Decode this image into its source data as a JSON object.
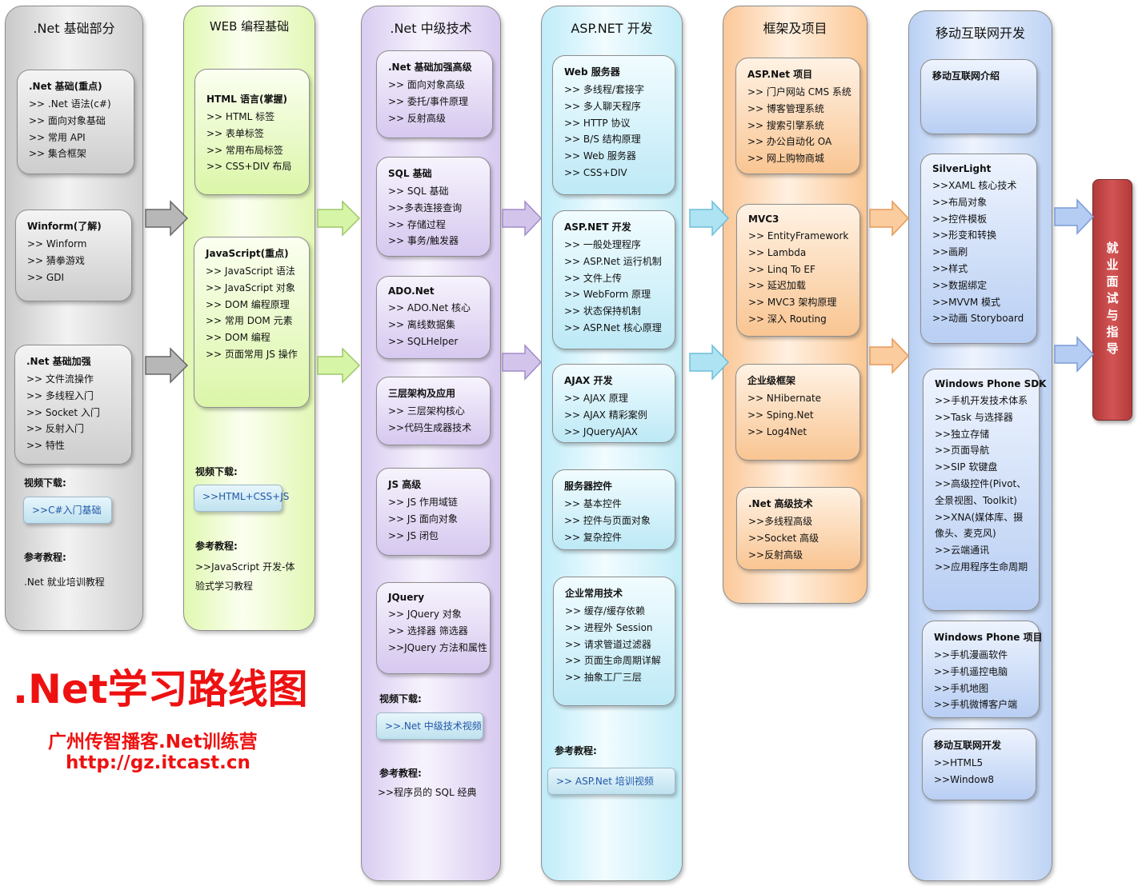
{
  "columns": [
    {
      "title": ".Net 基础部分",
      "boxes": [
        {
          "title": ".Net 基础(重点)",
          "items": [
            ">> .Net 语法(c#)",
            ">> 面向对象基础",
            ">> 常用 API",
            ">> 集合框架"
          ]
        },
        {
          "title": "Winform(了解)",
          "items": [
            ">> Winform",
            ">> 猜拳游戏",
            ">> GDI"
          ]
        },
        {
          "title": ".Net 基础加强",
          "items": [
            ">> 文件流操作",
            ">> 多线程入门",
            ">> Socket 入门",
            ">> 反射入门",
            ">> 特性"
          ]
        }
      ],
      "video_label": "视频下载:",
      "video_link": ">>C#入门基础",
      "ref_label": "参考教程:",
      "ref_text": ".Net 就业培训教程"
    },
    {
      "title": "WEB 编程基础",
      "boxes": [
        {
          "title": "HTML 语言(掌握)",
          "items": [
            ">> HTML 标签",
            ">> 表单标签",
            ">> 常用布局标签",
            ">> CSS+DIV 布局"
          ]
        },
        {
          "title": "JavaScript(重点)",
          "items": [
            ">> JavaScript 语法",
            ">> JavaScript 对象",
            ">> DOM 编程原理",
            ">> 常用 DOM 元素",
            ">> DOM 编程",
            ">> 页面常用 JS 操作"
          ]
        }
      ],
      "video_label": "视频下载:",
      "video_link": ">>HTML+CSS+JS",
      "ref_label": "参考教程:",
      "ref_text": ">>JavaScript 开发-体验式学习教程"
    },
    {
      "title": ".Net 中级技术",
      "boxes": [
        {
          "title": ".Net 基础加强高级",
          "items": [
            ">> 面向对象高级",
            ">> 委托/事件原理",
            ">> 反射高级"
          ]
        },
        {
          "title": "SQL 基础",
          "items": [
            ">> SQL 基础",
            ">>多表连接查询",
            ">> 存储过程",
            ">> 事务/触发器"
          ]
        },
        {
          "title": "ADO.Net",
          "items": [
            ">> ADO.Net 核心",
            ">> 离线数据集",
            ">> SQLHelper"
          ]
        },
        {
          "title": "三层架构及应用",
          "items": [
            ">> 三层架构核心",
            ">>代码生成器技术"
          ]
        },
        {
          "title": "JS 高级",
          "items": [
            ">> JS 作用域链",
            ">> JS 面向对象",
            ">> JS 闭包"
          ]
        },
        {
          "title": "JQuery",
          "items": [
            ">> JQuery 对象",
            ">> 选择器 筛选器",
            ">>JQuery 方法和属性"
          ]
        }
      ],
      "video_label": "视频下载:",
      "video_link": ">>.Net 中级技术视频",
      "ref_label": "参考教程:",
      "ref_text": ">>程序员的 SQL 经典"
    },
    {
      "title": "ASP.NET 开发",
      "boxes": [
        {
          "title": "Web 服务器",
          "items": [
            ">> 多线程/套接字",
            ">> 多人聊天程序",
            ">> HTTP 协议",
            ">> B/S 结构原理",
            ">> Web 服务器",
            ">> CSS+DIV"
          ]
        },
        {
          "title": "ASP.NET 开发",
          "items": [
            ">> 一般处理程序",
            ">> ASP.Net 运行机制",
            ">> 文件上传",
            ">> WebForm 原理",
            ">> 状态保持机制",
            ">> ASP.Net 核心原理"
          ]
        },
        {
          "title": "AJAX 开发",
          "items": [
            ">> AJAX 原理",
            ">> AJAX 精彩案例",
            ">> JQueryAJAX"
          ]
        },
        {
          "title": "服务器控件",
          "items": [
            ">> 基本控件",
            ">> 控件与页面对象",
            ">> 复杂控件"
          ]
        },
        {
          "title": "企业常用技术",
          "items": [
            ">> 缓存/缓存依赖",
            ">> 进程外 Session",
            ">> 请求管道过滤器",
            ">> 页面生命周期详解",
            ">> 抽象工厂三层"
          ]
        }
      ],
      "ref_label": "参考教程:",
      "ref_link": ">> ASP.Net 培训视频"
    },
    {
      "title": "框架及项目",
      "boxes": [
        {
          "title": "ASP.Net 项目",
          "items": [
            ">> 门户网站 CMS 系统",
            ">> 博客管理系统",
            ">> 搜索引擎系统",
            ">> 办公自动化 OA",
            ">> 网上购物商城"
          ]
        },
        {
          "title": "MVC3",
          "items": [
            ">> EntityFramework",
            ">> Lambda",
            ">> Linq To EF",
            ">> 延迟加载",
            ">> MVC3 架构原理",
            ">> 深入 Routing"
          ]
        },
        {
          "title": "企业级框架",
          "items": [
            ">> NHibernate",
            ">> Sping.Net",
            ">> Log4Net"
          ]
        },
        {
          "title": ".Net 高级技术",
          "items": [
            ">>多线程高级",
            ">>Socket 高级",
            ">>反射高级"
          ]
        }
      ]
    },
    {
      "title": "移动互联网开发",
      "boxes": [
        {
          "title": "移动互联网介绍",
          "items": []
        },
        {
          "title": "SilverLight",
          "items": [
            ">>XAML 核心技术",
            ">>布局对象",
            ">>控件模板",
            ">>形变和转换",
            ">>画刷",
            ">>样式",
            ">>数据绑定",
            ">>MVVM 模式",
            ">>动画 Storyboard"
          ]
        },
        {
          "title": "Windows Phone SDK",
          "items": [
            ">>手机开发技术体系",
            ">>Task 与选择器",
            ">>独立存储",
            ">>页面导航",
            ">>SIP 软键盘",
            ">>高级控件(Pivot、全景视图、Toolkit)",
            ">>XNA(媒体库、摄像头、麦克风)",
            ">>云端通讯",
            ">>应用程序生命周期"
          ]
        },
        {
          "title": "Windows Phone 项目",
          "items": [
            ">>手机漫画软件",
            ">>手机遥控电脑",
            ">>手机地图",
            ">>手机微博客户端"
          ]
        },
        {
          "title": "移动互联网开发",
          "items": [
            ">>HTML5",
            ">>Window8"
          ]
        }
      ]
    }
  ],
  "final_box": "就业面试与指导",
  "footer": {
    "title": ".Net学习路线图",
    "org": "广州传智播客.Net训练营",
    "url": "http://gz.itcast.cn"
  },
  "colors": {
    "col1": "#d9d9d9",
    "col2": "#eeffc8",
    "col3": "#e6dcf6",
    "col4": "#d7f4fc",
    "col5": "#fdd9b4",
    "col6": "#d8e6fb",
    "arrow_gray": "#b7b7b7",
    "arrow_green": "#d6f5a6",
    "arrow_purple": "#d3c4ec",
    "arrow_blue": "#aee3f3",
    "arrow_orange": "#fbcc9e",
    "arrow_lightblue": "#b5ccf3",
    "final": "#c44444",
    "footer_red": "#ee1111"
  }
}
